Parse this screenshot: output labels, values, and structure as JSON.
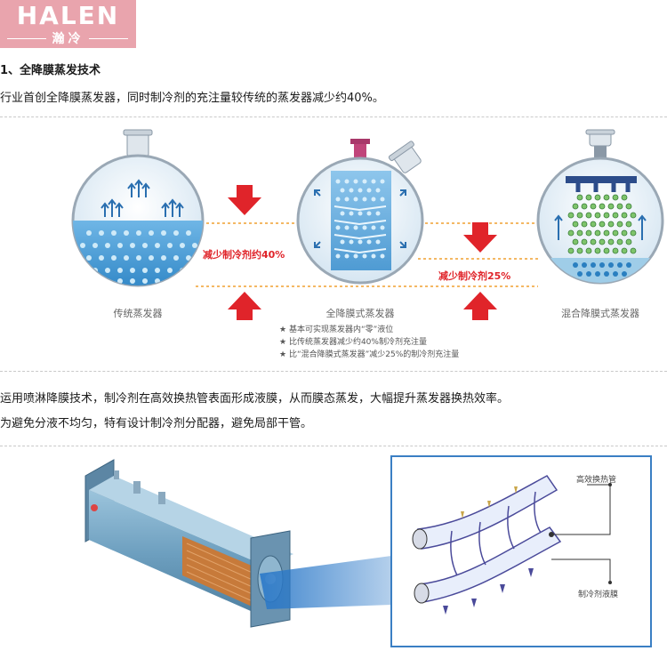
{
  "logo": {
    "brand": "HALEN",
    "sub": "瀚冷"
  },
  "section1": {
    "title": "1、全降膜蒸发技术",
    "intro": "行业首创全降膜蒸发器，同时制冷剂的充注量较传统的蒸发器减少约40%。"
  },
  "diagram1": {
    "captions": [
      "传统蒸发器",
      "全降膜式蒸发器",
      "混合降膜式蒸发器"
    ],
    "reduction_40": "减少制冷剂约40%",
    "reduction_25": "减少制冷剂25%",
    "bullets": [
      "基本可实现蒸发器内“零”液位",
      "比传统蒸发器减少约40%制冷剂充注量",
      "比“混合降膜式蒸发器”减少25%的制冷剂充注量"
    ]
  },
  "section2": {
    "line1": "运用喷淋降膜技术，制冷剂在高效换热管表面形成液膜，从而膜态蒸发，大幅提升蒸发器换热效率。",
    "line2": "为避免分液不均匀，特有设计制冷剂分配器，避免局部干管。"
  },
  "diagram2": {
    "callout_tube": "高效换热管",
    "callout_film": "制冷剂液膜"
  },
  "colors": {
    "red": "#e0242a",
    "blue": "#2a7fc0",
    "logo_bg": "#e9a4ad"
  }
}
